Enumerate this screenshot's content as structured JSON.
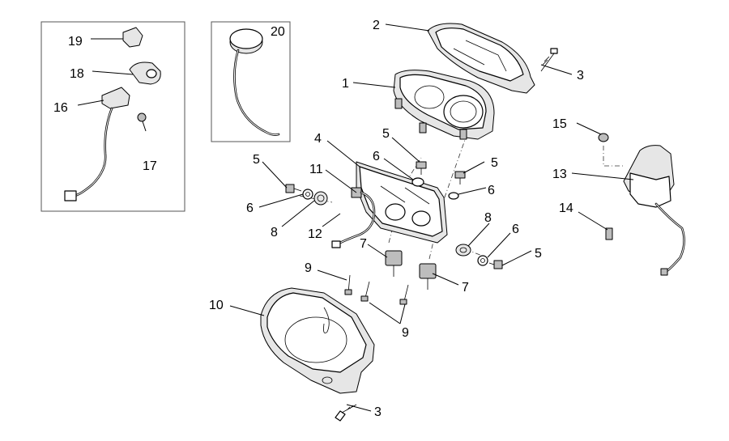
{
  "callouts": {
    "c1": "1",
    "c2": "2",
    "c3a": "3",
    "c3b": "3",
    "c4": "4",
    "c5a": "5",
    "c5b": "5",
    "c5c": "5",
    "c5d": "5",
    "c6a": "6",
    "c6b": "6",
    "c6c": "6",
    "c6d": "6",
    "c7a": "7",
    "c7b": "7",
    "c8a": "8",
    "c8b": "8",
    "c9a": "9",
    "c9b": "9",
    "c10": "10",
    "c11": "11",
    "c12": "12",
    "c13": "13",
    "c14": "14",
    "c15": "15",
    "c16": "16",
    "c17": "17",
    "c18": "18",
    "c19": "19",
    "c20": "20"
  }
}
